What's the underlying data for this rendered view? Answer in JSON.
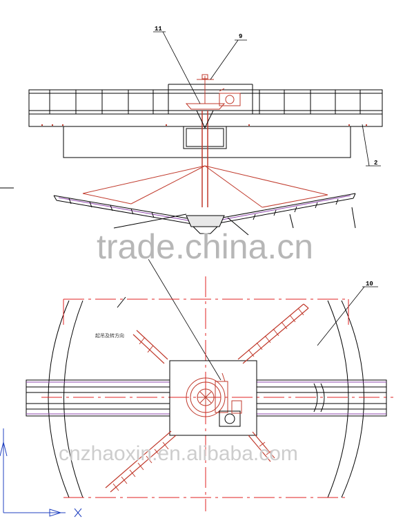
{
  "callouts": {
    "c11": "11",
    "c9": "9",
    "c2": "2",
    "c10": "10"
  },
  "note": "起吊及转方向",
  "watermarks": {
    "top": "trade.china.cn",
    "bottom": "cnzhaoxin.en.alibaba.com"
  },
  "colors": {
    "line": "#000000",
    "structure": "#c0392b",
    "centerline": "#e02020",
    "accent": "#8e44ad"
  }
}
